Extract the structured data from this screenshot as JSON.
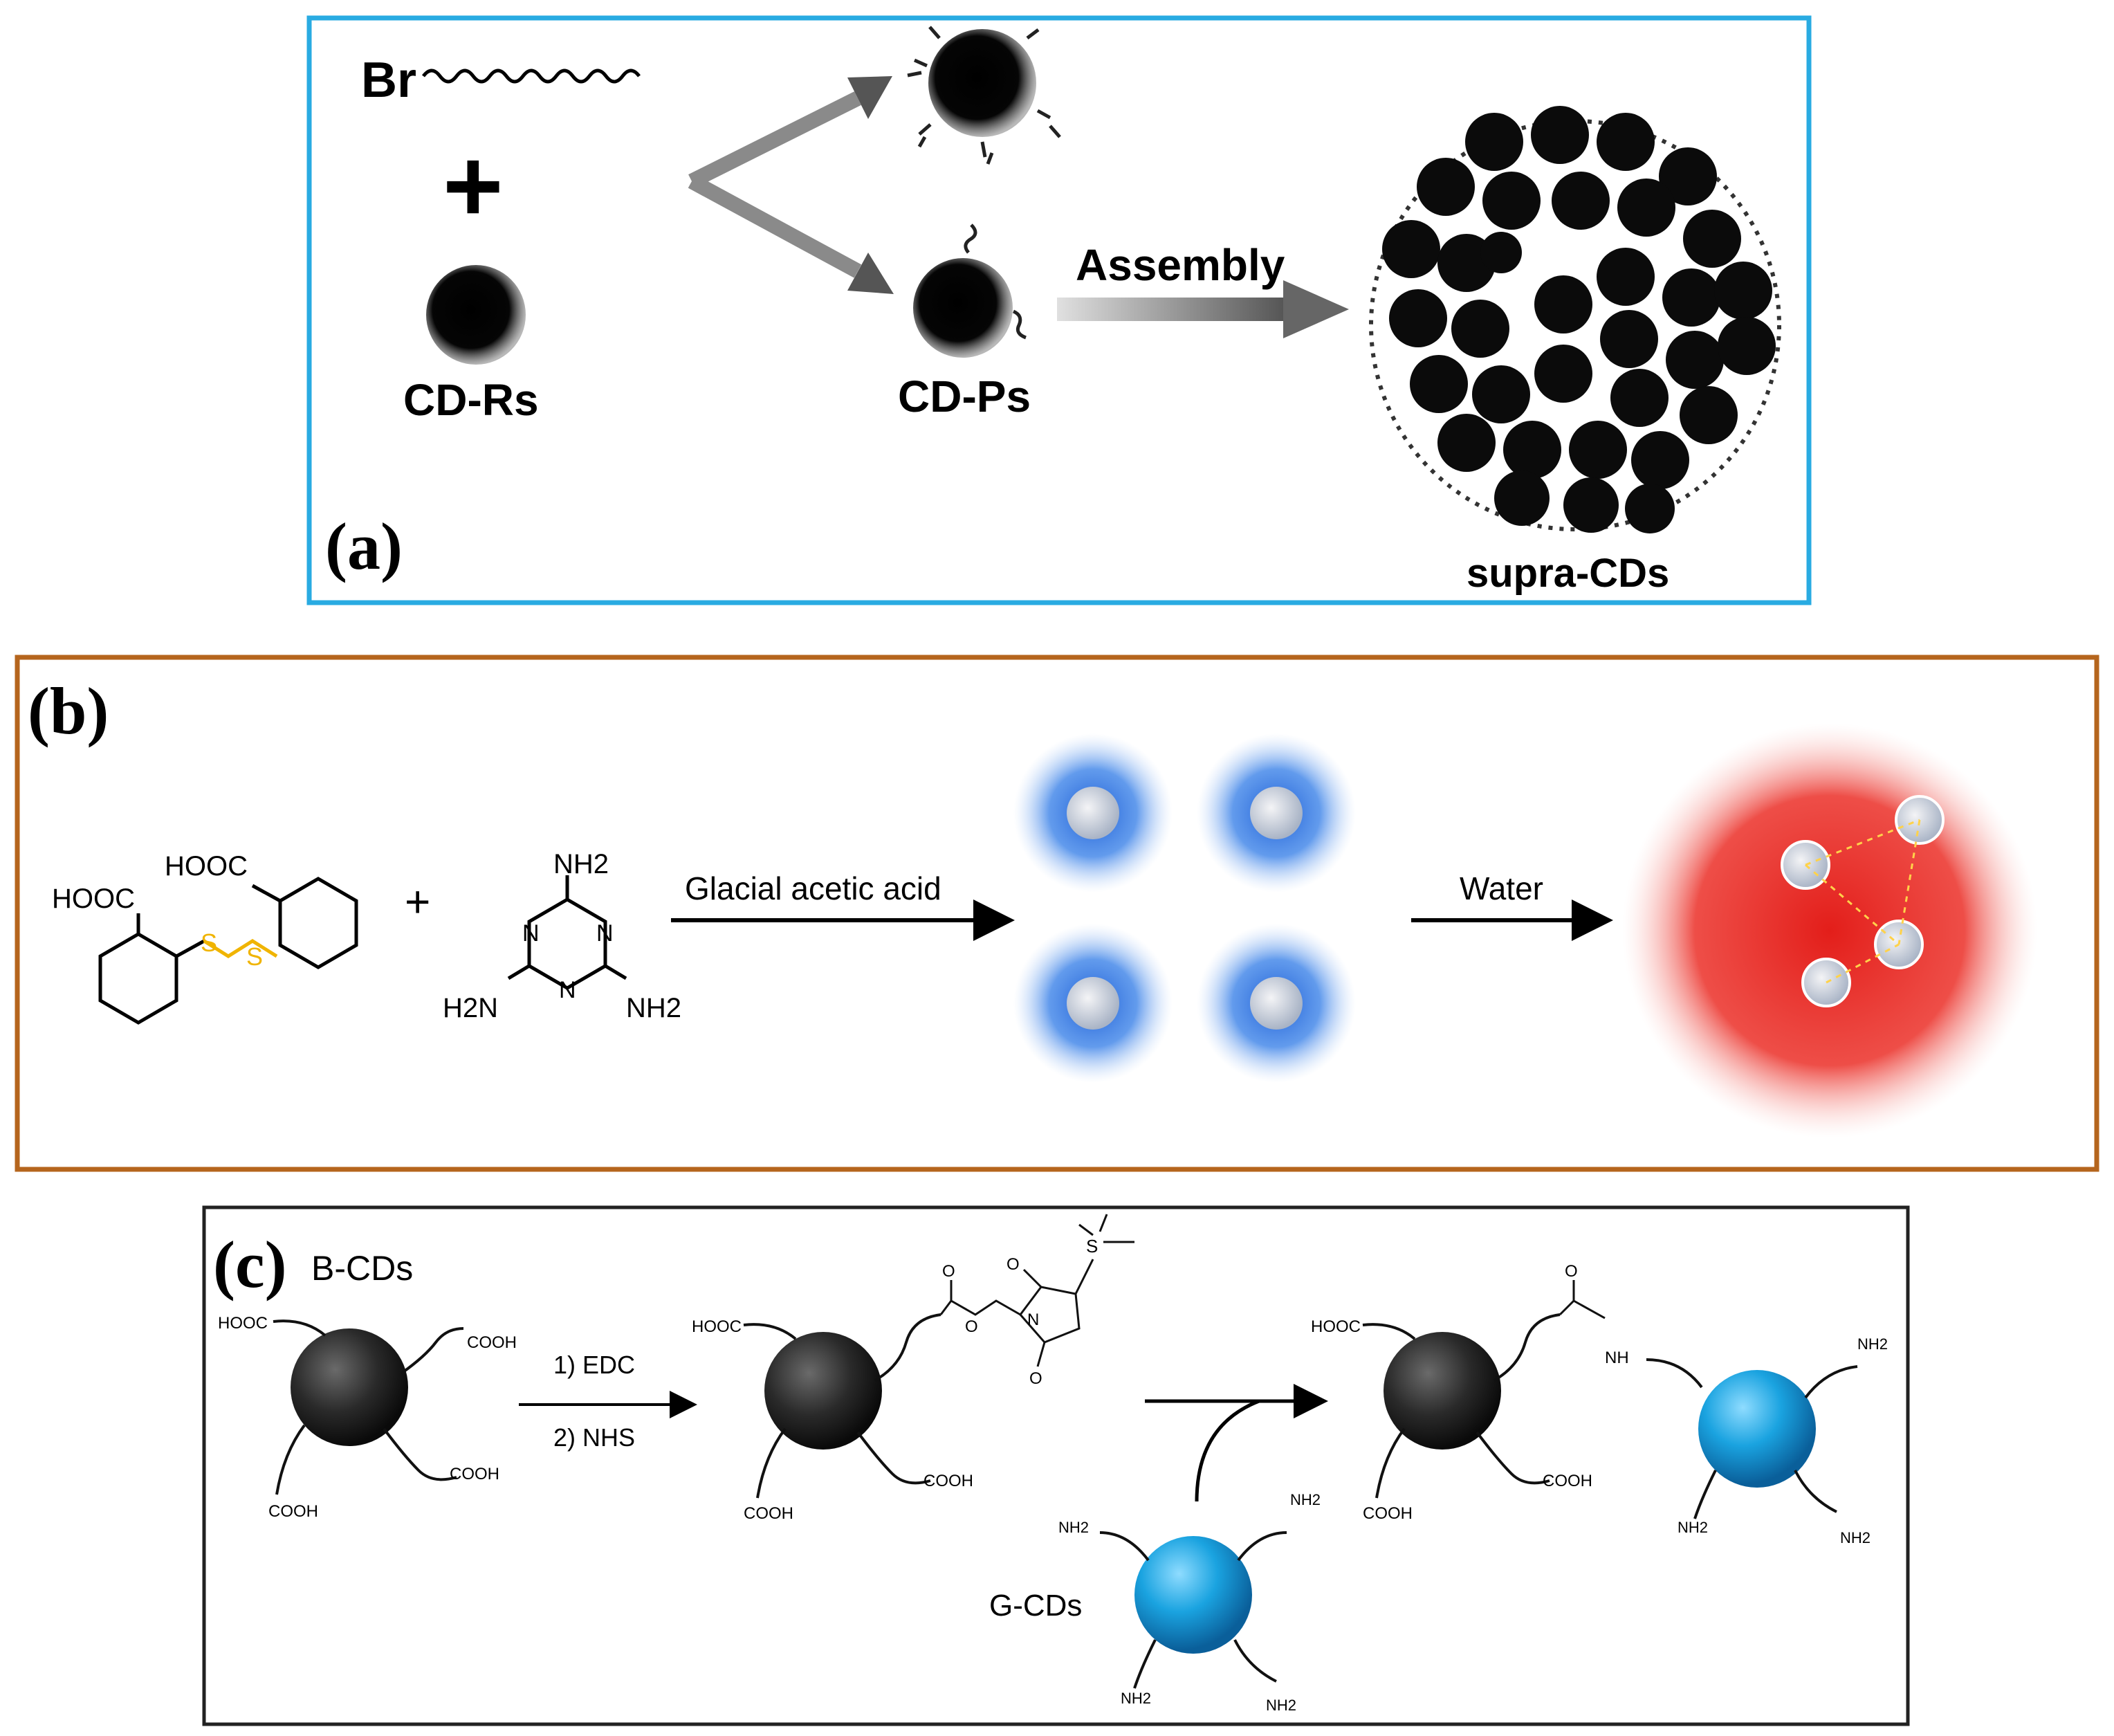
{
  "panel_a": {
    "label": "(a)",
    "reagent": "Br",
    "plus": "+",
    "reactant": "CD-Rs",
    "product": "CD-Ps",
    "arrow_label": "Assembly",
    "result": "supra-CDs",
    "border_color": "#29abe2"
  },
  "panel_b": {
    "label": "(b)",
    "plus": "+",
    "reactant1_groups": [
      "HOOC",
      "HOOC",
      "S",
      "S"
    ],
    "reactant2_groups": [
      "NH2",
      "H2N",
      "NH2",
      "N",
      "N",
      "N"
    ],
    "arrow1_label": "Glacial acetic acid",
    "arrow2_label": "Water",
    "border_color": "#b5651d",
    "glow_color": "#4a90e2",
    "aggregate_color": "#e8201c"
  },
  "panel_c": {
    "label": "(c)",
    "b_label": "B-CDs",
    "g_label": "G-CDs",
    "step1": "1) EDC",
    "step2": "2) NHS",
    "cooh": "COOH",
    "hooc": "HOOC",
    "nh2": "NH2",
    "nh": "NH",
    "o": "O",
    "so3": "S",
    "n": "N",
    "border_color": "#222222",
    "b_color": "#222222",
    "g_color": "#1aa3e0"
  }
}
